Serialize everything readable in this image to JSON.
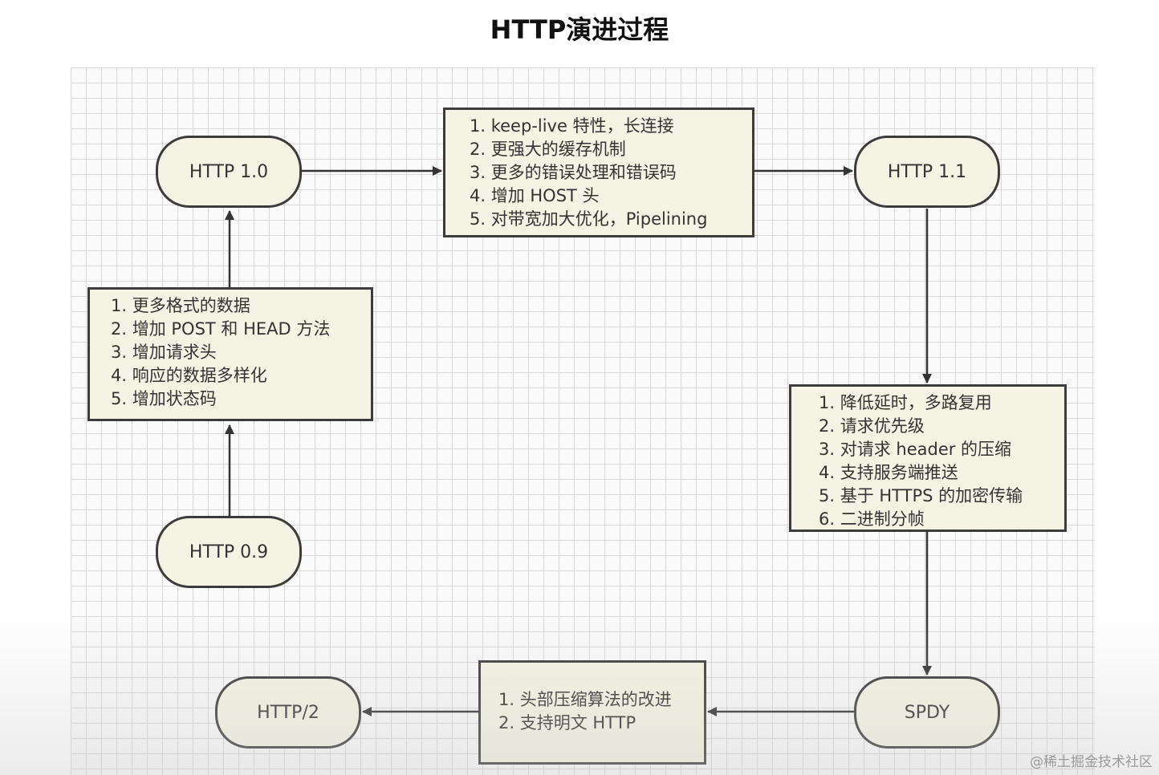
{
  "title": "HTTP演进过程",
  "nodes": {
    "http09": "HTTP 0.9",
    "http10": "HTTP 1.0",
    "http11": "HTTP 1.1",
    "spdy": "SPDY",
    "http2": "HTTP/2"
  },
  "notes": {
    "http09_to_http10": [
      "1. 更多格式的数据",
      "2. 增加 POST 和 HEAD 方法",
      "3. 增加请求头",
      "4. 响应的数据多样化",
      "5. 增加状态码"
    ],
    "http10_to_http11": [
      "1. keep-live 特性，长连接",
      "2. 更强大的缓存机制",
      "3. 更多的错误处理和错误码",
      "4. 增加 HOST 头",
      "5. 对带宽加大优化，Pipelining"
    ],
    "http11_to_spdy": [
      "1. 降低延时，多路复用",
      "2. 请求优先级",
      "3. 对请求 header 的压缩",
      "4. 支持服务端推送",
      "5. 基于 HTTPS 的加密传输",
      "6. 二进制分帧"
    ],
    "spdy_to_http2": [
      "1. 头部压缩算法的改进",
      "2. 支持明文 HTTP"
    ]
  },
  "watermark": "@稀土掘金技术社区"
}
